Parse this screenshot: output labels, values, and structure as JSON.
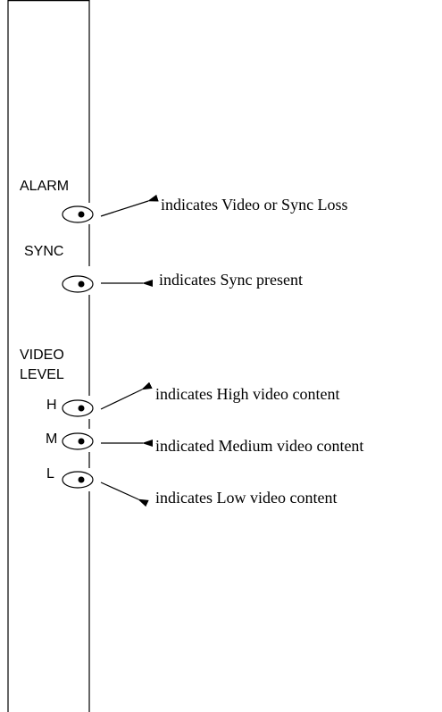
{
  "panel": {
    "alarm_label": "ALARM",
    "sync_label": "SYNC",
    "video_label_line1": "VIDEO",
    "video_label_line2": "LEVEL",
    "level_high": "H",
    "level_medium": "M",
    "level_low": "L"
  },
  "callouts": {
    "alarm": "indicates Video or Sync Loss",
    "sync": "indicates Sync present",
    "high": "indicates High video content",
    "medium": "indicated Medium video content",
    "low": "indicates Low video content"
  },
  "icons": [
    "led-icon",
    "arrow-icon"
  ],
  "colors": {
    "ink": "#000000",
    "background": "#ffffff"
  }
}
